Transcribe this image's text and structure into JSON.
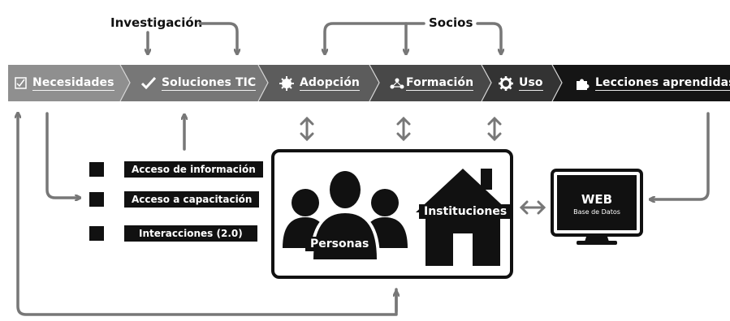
{
  "top_labels": {
    "investigacion": "Investigación",
    "socios": "Socios"
  },
  "steps": [
    {
      "label": "Necesidades",
      "icon": "checkbox-icon",
      "color": "#8f8f8f"
    },
    {
      "label": "Soluciones TIC",
      "icon": "checkmark-icon",
      "color": "#777777"
    },
    {
      "label": "Adopción",
      "icon": "gear-dot-icon",
      "color": "#5c5c5c"
    },
    {
      "label": "Formación",
      "icon": "people-network-icon",
      "color": "#4a4a4a"
    },
    {
      "label": "Uso",
      "icon": "gear-icon",
      "color": "#333333"
    },
    {
      "label": "Lecciones aprendidas",
      "icon": "puzzle-icon",
      "color": "#1a1a1a"
    }
  ],
  "items": [
    "Acceso de información",
    "Acceso a capacitación",
    "Interacciones (2.0)"
  ],
  "center": {
    "personas": "Personas",
    "instituciones": "Instituciones"
  },
  "web": {
    "title": "WEB",
    "subtitle": "Base de Datos"
  }
}
